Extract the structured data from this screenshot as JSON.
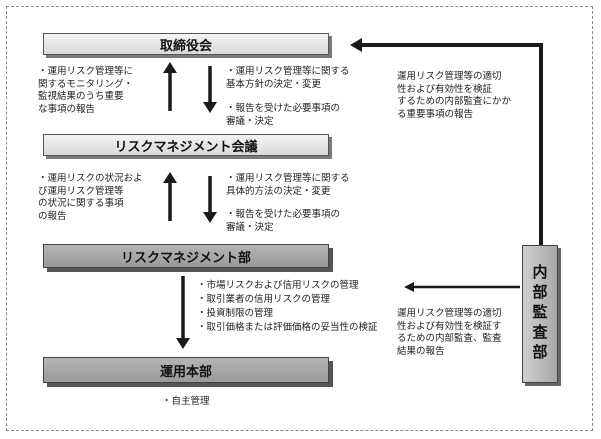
{
  "boxes": {
    "board": "取締役会",
    "rm_committee": "リスクマネジメント会議",
    "rm_department": "リスクマネジメント部",
    "operations": "運用本部",
    "internal_audit": "内部監査部"
  },
  "notes": {
    "left_1": [
      "・運用リスク管理等に",
      "関するモニタリング・",
      "監視結果のうち重要",
      "な事項の報告"
    ],
    "right_1a": [
      "・運用リスク管理等に関する",
      "基本方針の決定・変更"
    ],
    "right_1b": [
      "・報告を受けた必要事項の",
      "審議・決定"
    ],
    "left_2": [
      "・運用リスクの状況およ",
      "び運用リスク管理等",
      "の状況に関する事項",
      "の報告"
    ],
    "right_2a": [
      "・運用リスク管理等に関する",
      "具体的方法の決定・変更"
    ],
    "right_2b": [
      "・報告を受けた必要事項の",
      "審議・決定"
    ],
    "department_tasks": [
      "・市場リスクおよび信用リスクの管理",
      "・取引業者の信用リスクの管理",
      "・投資制限の管理",
      "・取引価格または評価価格の妥当性の検証"
    ],
    "operations_task": "・自主管理",
    "audit_to_board": [
      "運用リスク管理等の適切",
      "性および有効性を検証",
      "するための内部監査にかか",
      "る重要事項の報告"
    ],
    "audit_to_department": [
      "運用リスク管理等の適切",
      "性および有効性を検証す",
      "るための内部監査、監査",
      "結果の報告"
    ]
  }
}
